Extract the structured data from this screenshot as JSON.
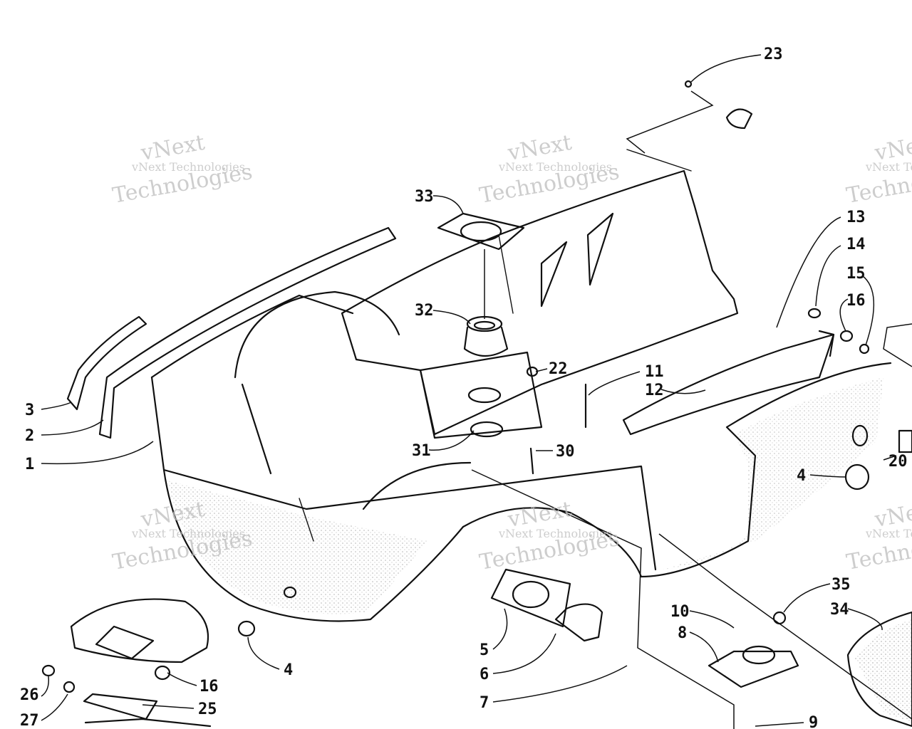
{
  "watermark": {
    "line1": "vNext Technologies",
    "line2": "vNext",
    "line3": "Technologies"
  },
  "callouts": [
    "23",
    "33",
    "32",
    "22",
    "11",
    "12",
    "13",
    "14",
    "15",
    "16",
    "3",
    "2",
    "1",
    "31",
    "30",
    "20",
    "4",
    "35",
    "34",
    "10",
    "8",
    "5",
    "6",
    "7",
    "9",
    "4",
    "16",
    "26",
    "25",
    "27"
  ]
}
